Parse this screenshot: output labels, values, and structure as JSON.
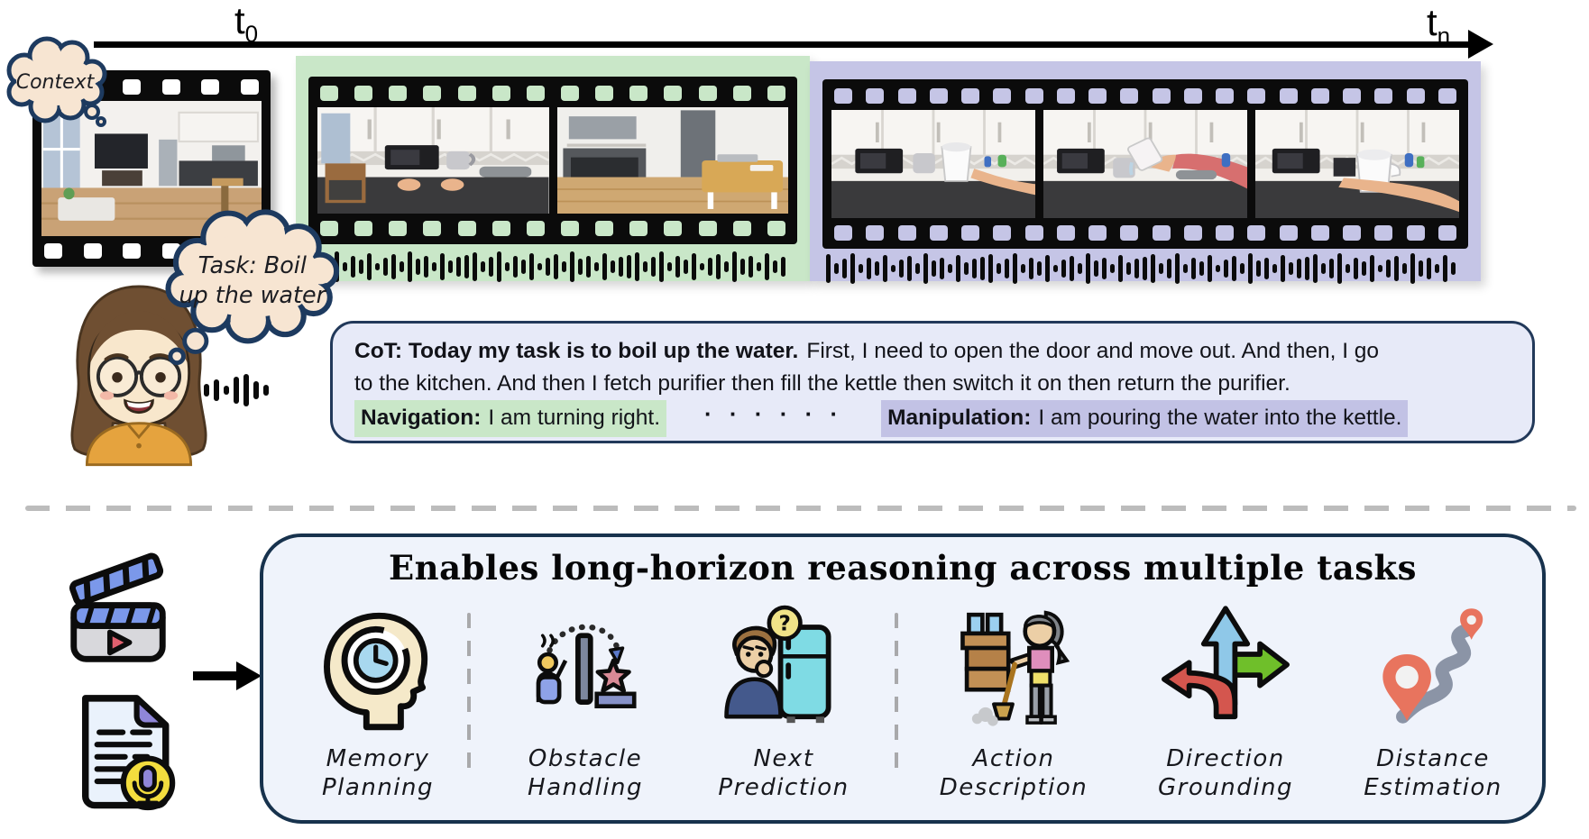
{
  "colors": {
    "green": "#c9e7c8",
    "purple": "#c5c5e6",
    "cot_bg": "#e7eaf8",
    "panel_bg": "#eff3fb",
    "outline": "#22395a",
    "outline2": "#17324d",
    "bubble_fill": "#f7e5d2",
    "nav_highlight": "#c9e7c8",
    "manip_highlight": "#c2c2e5"
  },
  "timeline": {
    "t_char": "t",
    "start_sub": "0",
    "end_sub": "n"
  },
  "bubbles": {
    "context": "Context",
    "task_line1": "Task: Boil",
    "task_line2": "up the water"
  },
  "cot": {
    "line1_bold": "CoT: Today my task is to boil up the water.",
    "line1_rest": "First, I need to open the door and move out. And then, I go",
    "line2": "to the kitchen. And then I fetch purifier then fill the kettle then switch it on then return the purifier.",
    "nav_label": "Navigation:",
    "nav_text": "I am turning right.",
    "dots": "· · · · · ·",
    "manip_label": "Manipulation:",
    "manip_text": "I am pouring the water into the kettle."
  },
  "bottom": {
    "title": "Enables long-horizon reasoning across multiple tasks",
    "tasks": [
      {
        "line1": "Memory",
        "line2": "Planning",
        "icon": "memory-planning-icon"
      },
      {
        "line1": "Obstacle",
        "line2": "Handling",
        "icon": "obstacle-handling-icon"
      },
      {
        "line1": "Next",
        "line2": "Prediction",
        "icon": "next-prediction-icon"
      },
      {
        "line1": "Action",
        "line2": "Description",
        "icon": "action-description-icon"
      },
      {
        "line1": "Direction",
        "line2": "Grounding",
        "icon": "direction-grounding-icon"
      },
      {
        "line1": "Distance",
        "line2": "Estimation",
        "icon": "distance-estimation-icon"
      }
    ],
    "left_icons": [
      "clapperboard-icon",
      "transcript-document-icon",
      "flow-arrow-icon"
    ]
  }
}
